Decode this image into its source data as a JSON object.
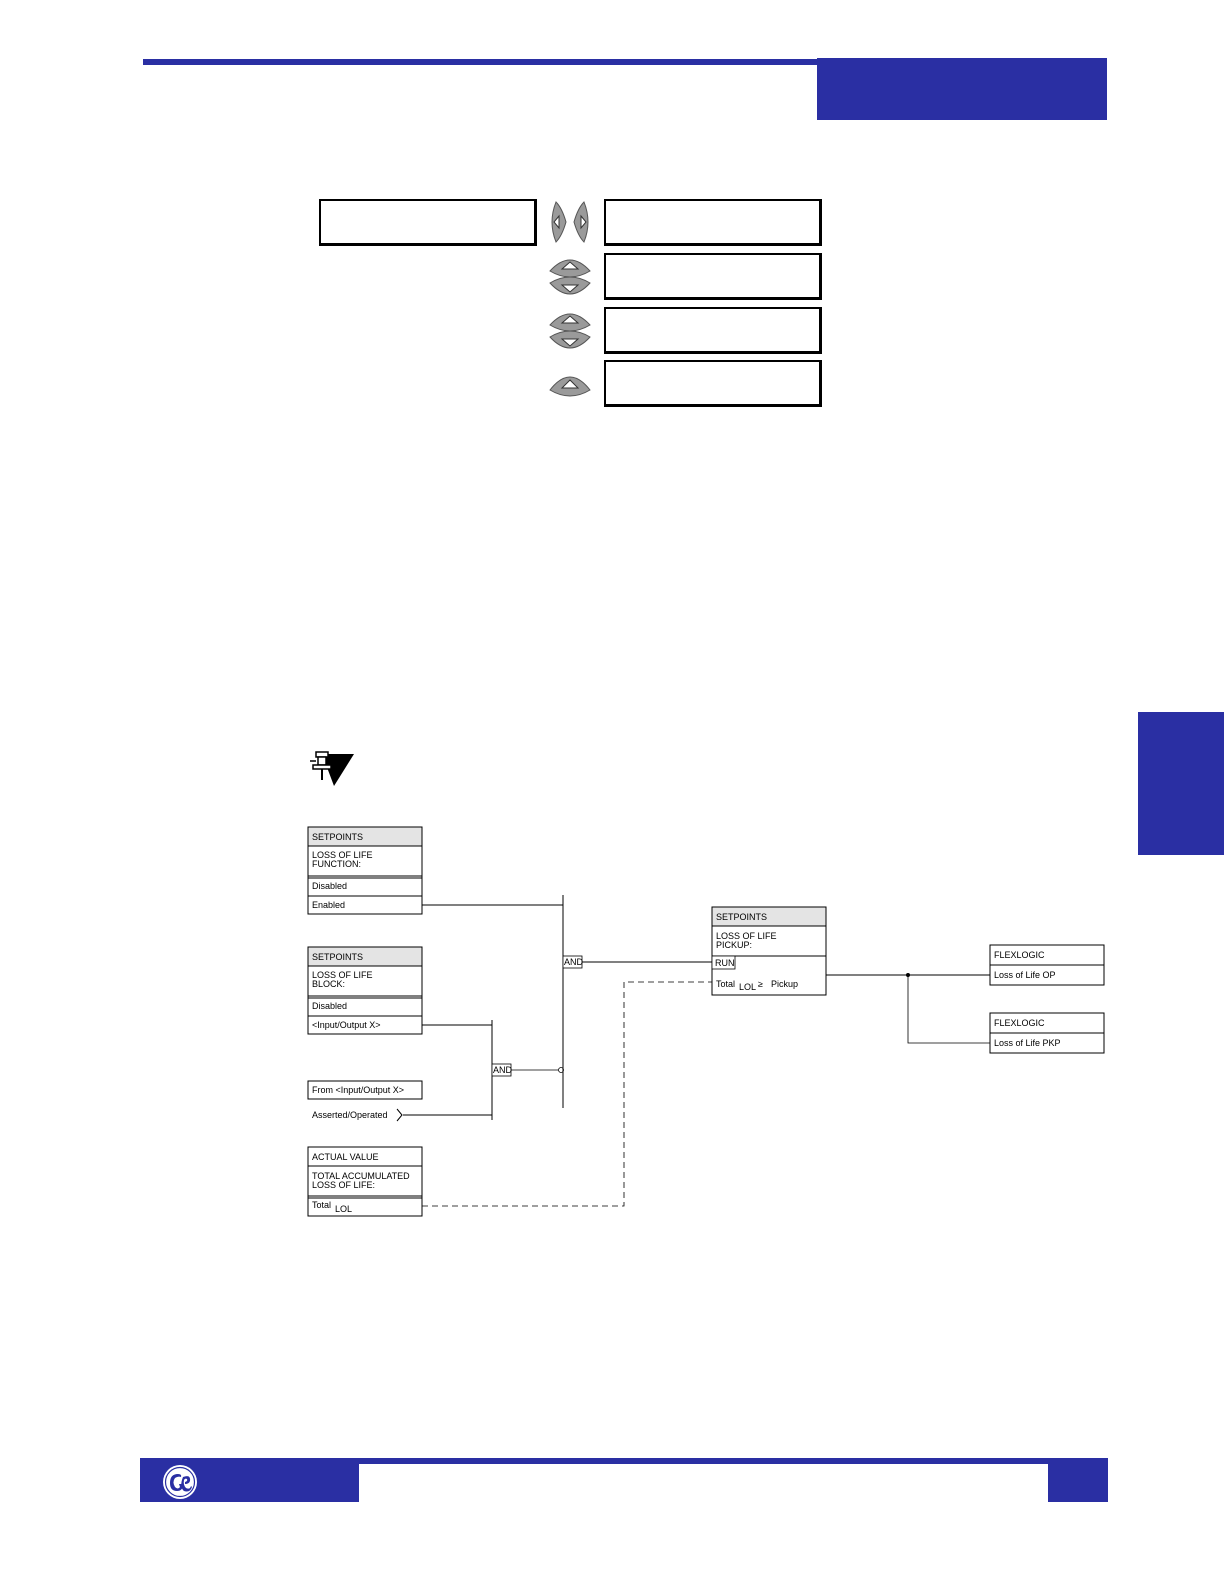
{
  "diagram": {
    "function_block": {
      "header": "SETPOINTS",
      "title_line1": "LOSS  OF  LIFE",
      "title_line2": "FUNCTION:",
      "option_disabled": "Disabled",
      "option_enabled": "Enabled"
    },
    "block_block": {
      "header": "SETPOINTS",
      "title_line1": "LOSS  OF  LIFE",
      "title_line2": "BLOCK:",
      "option_disabled": "Disabled",
      "option_input": "<Input/Output  X>"
    },
    "from_input": {
      "label": "From  <Input/Output  X>",
      "asserted": "Asserted/Operated"
    },
    "actual_value": {
      "header": "ACTUAL  VALUE",
      "title_line1": "TOTAL  ACCUMULATED",
      "title_line2": "LOSS  OF  LIFE:",
      "value_main": "Total",
      "value_sub": "LOL"
    },
    "and_gate_1": "AND",
    "and_gate_2": "AND",
    "pickup_block": {
      "header": "SETPOINTS",
      "title_line1": "LOSS  OF  LIFE",
      "title_line2": "PICKUP:",
      "run": "RUN",
      "cond_main": "Total",
      "cond_sub": "LOL",
      "cond_op": "≥",
      "cond_rhs": "Pickup"
    },
    "flexlogic_op": {
      "header": "FLEXLOGIC",
      "label": "Loss  of  Life  OP"
    },
    "flexlogic_pkp": {
      "header": "FLEXLOGIC",
      "label": "Loss  of  Life  PKP"
    }
  }
}
